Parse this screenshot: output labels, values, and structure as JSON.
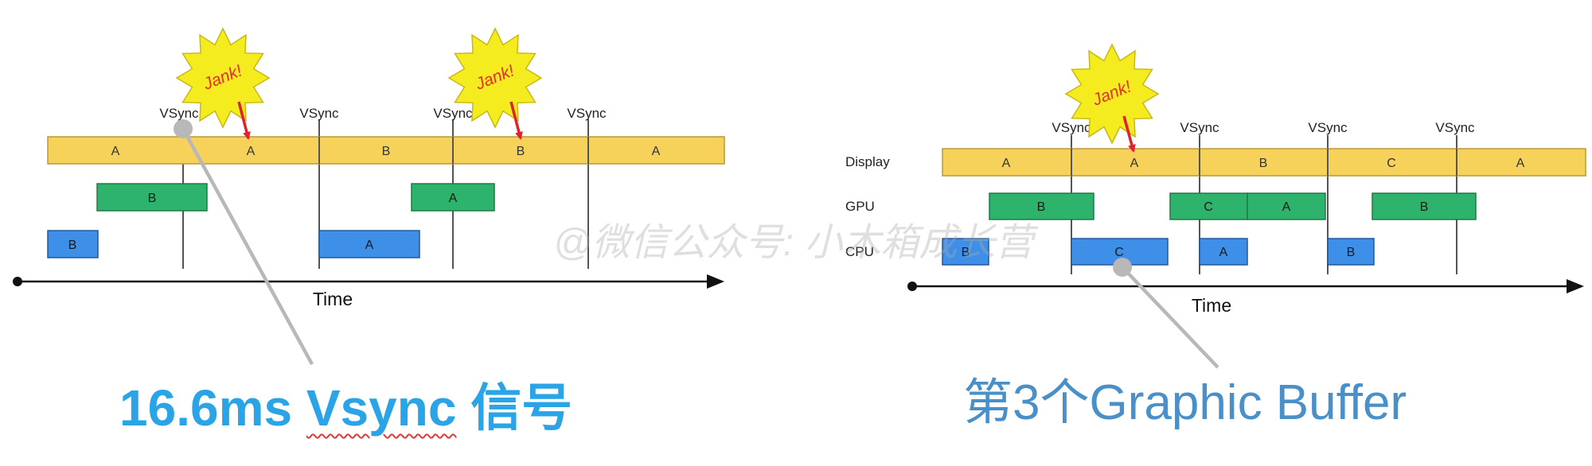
{
  "colors": {
    "display_bar": "#f7d25a",
    "gpu_block": "#2db36b",
    "cpu_block": "#3d8fe8",
    "jank_star": "#f5ec1f",
    "jank_text": "#e62e2e",
    "jank_arrow": "#e0212e",
    "callout": "#b8b8b8",
    "caption_left": "#2aa4e6",
    "caption_right": "#4a90c8"
  },
  "left_diagram": {
    "vsync_label": "VSync",
    "time_label": "Time",
    "jank_label": "Jank!",
    "display_frames": [
      "A",
      "A",
      "B",
      "B",
      "A"
    ],
    "gpu_frames": [
      "B",
      "A"
    ],
    "cpu_frames": [
      "B",
      "A"
    ],
    "vsync_count": 4,
    "jank_count": 2
  },
  "right_diagram": {
    "vsync_label": "VSync",
    "time_label": "Time",
    "jank_label": "Jank!",
    "row_labels": [
      "Display",
      "GPU",
      "CPU"
    ],
    "display_frames": [
      "A",
      "A",
      "B",
      "C",
      "A"
    ],
    "gpu_frames": [
      "B",
      "C",
      "A",
      "B"
    ],
    "cpu_frames": [
      "B",
      "C",
      "A",
      "B"
    ],
    "vsync_count": 4,
    "jank_count": 1
  },
  "captions": {
    "left_number": "16.6ms",
    "left_vsync": "Vsync",
    "left_suffix": "信号",
    "right": "第3个Graphic Buffer"
  },
  "watermark": "@微信公众号: 小木箱成长营"
}
